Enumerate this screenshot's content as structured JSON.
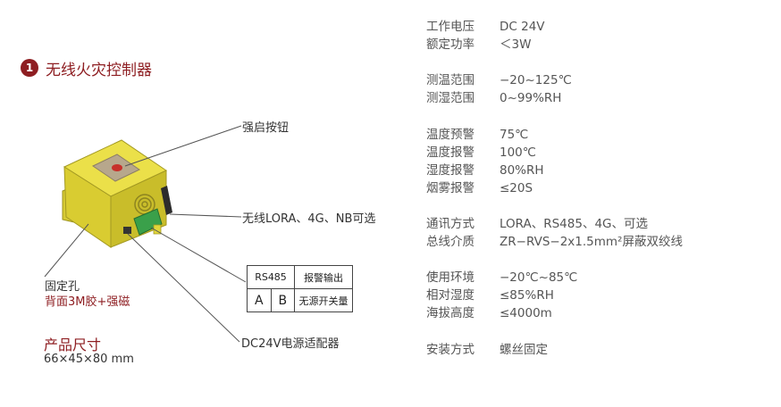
{
  "title": {
    "number": "1",
    "text": "无线火灾控制器"
  },
  "callouts": {
    "force_button": "强启按钮",
    "wireless": "无线LORA、4G、NB可选",
    "fixing_hole": "固定孔",
    "back_mount": "背面3M胶+强磁",
    "power_adapter": "DC24V电源适配器"
  },
  "size": {
    "title": "产品尺寸",
    "value": "66×45×80 mm"
  },
  "terminal_table": {
    "rs485": "RS485",
    "alarm_output": "报警输出",
    "a": "A",
    "b": "B",
    "passive_switch": "无源开关量"
  },
  "specs": [
    {
      "rows": [
        {
          "key": "工作电压",
          "value": "DC 24V"
        },
        {
          "key": "额定功率",
          "value": "＜3W"
        }
      ]
    },
    {
      "rows": [
        {
          "key": "测温范围",
          "value": "−20~125℃"
        },
        {
          "key": "测湿范围",
          "value": "0~99%RH"
        }
      ]
    },
    {
      "rows": [
        {
          "key": "温度预警",
          "value": "75℃"
        },
        {
          "key": "温度报警",
          "value": "100℃"
        },
        {
          "key": "湿度报警",
          "value": "80%RH"
        },
        {
          "key": "烟雾报警",
          "value": "≤20S"
        }
      ]
    },
    {
      "rows": [
        {
          "key": "通讯方式",
          "value": "LORA、RS485、4G、可选"
        },
        {
          "key": "总线介质",
          "value": "ZR−RVS−2x1.5mm²屏蔽双绞线"
        }
      ]
    },
    {
      "rows": [
        {
          "key": "使用环境",
          "value": "−20℃~85℃"
        },
        {
          "key": "相对湿度",
          "value": "≤85%RH"
        },
        {
          "key": "海拔高度",
          "value": "≤4000m"
        }
      ]
    },
    {
      "rows": [
        {
          "key": "安装方式",
          "value": "螺丝固定"
        }
      ]
    }
  ],
  "colors": {
    "accent": "#8e1e22",
    "device_body": "#e2d63a",
    "terminal": "#3aa04a"
  }
}
